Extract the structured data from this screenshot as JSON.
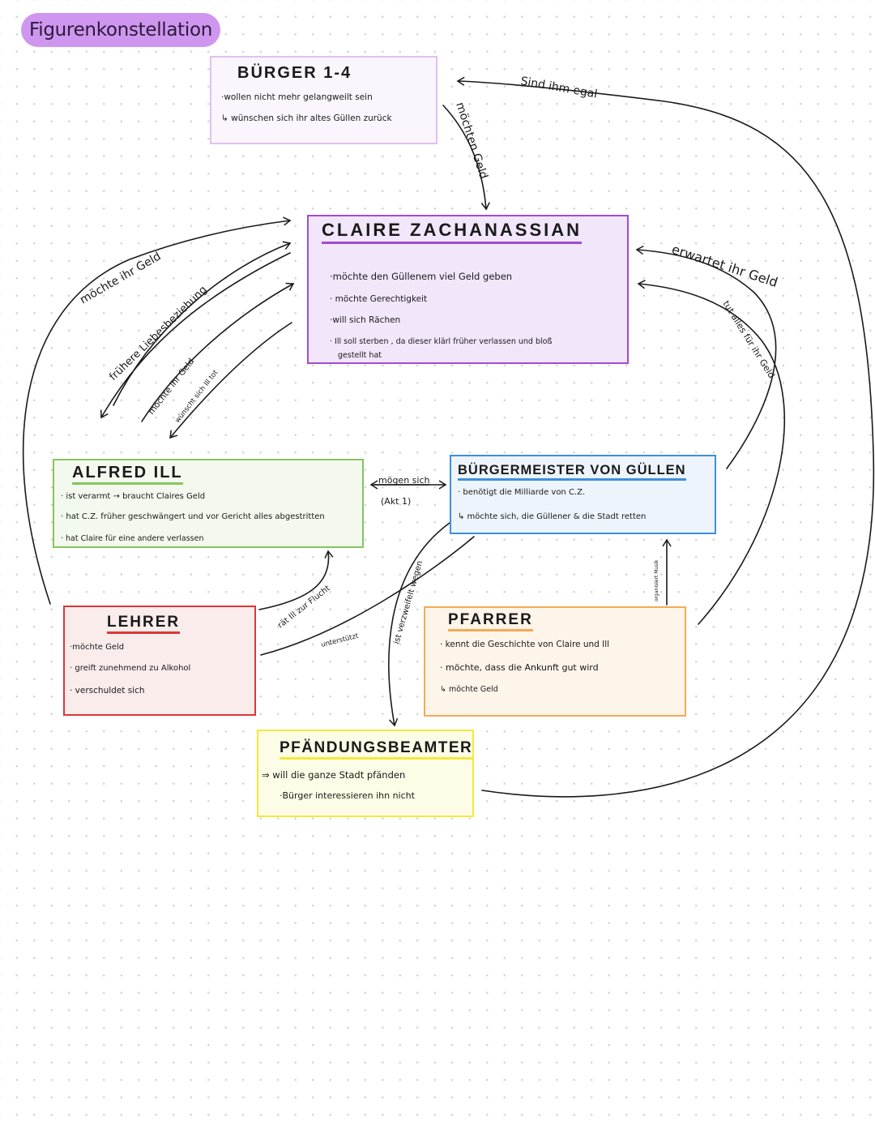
{
  "title": "Figurenkonstellation",
  "boxes": {
    "buerger": {
      "name": "BÜRGER 1-4",
      "lines": [
        "·wollen nicht mehr gelangweilt sein",
        "↳ wünschen sich ihr altes Güllen zurück"
      ],
      "border_color": "#e2bff0",
      "fill_color": "#fbf6fd"
    },
    "claire": {
      "name": "CLAIRE ZACHANASSIAN",
      "lines": [
        "·möchte den Güllenem viel Geld geben",
        "· möchte Gerechtigkeit",
        "·will sich Rächen",
        "· Ill soll sterben , da dieser klärl früher verlassen und bloß",
        "gestellt hat"
      ],
      "border_color": "#a14bd2",
      "fill_color": "#f1e6fa"
    },
    "alfred": {
      "name": "ALFRED ILL",
      "lines": [
        "· ist verarmt → braucht Claires Geld",
        "· hat C.Z. früher geschwängert und vor Gericht alles abgestritten",
        "· hat Claire für eine andere verlassen"
      ],
      "border_color": "#86c55f",
      "fill_color": "#f3f9ee"
    },
    "buergermeister": {
      "name": "BÜRGERMEISTER VON GÜLLEN",
      "lines": [
        "· benötigt die Milliarde von C.Z.",
        "↳ möchte sich, die Güllener & die Stadt retten"
      ],
      "border_color": "#3d8fe0",
      "fill_color": "#edf4fc"
    },
    "lehrer": {
      "name": "LEHRER",
      "lines": [
        "·möchte Geld",
        "· greift zunehmend zu Alkohol",
        "· verschuldet sich"
      ],
      "border_color": "#d93838",
      "fill_color": "#fbecec"
    },
    "pfarrer": {
      "name": "PFARRER",
      "lines": [
        "· kennt die Geschichte von Claire und Ill",
        "· möchte, dass die Ankunft gut wird",
        "↳ möchte Geld"
      ],
      "border_color": "#f3ab55",
      "fill_color": "#fdf4ea"
    },
    "pfaendung": {
      "name": "PFÄNDUNGSBEAMTER",
      "lines": [
        "⇒ will die ganze Stadt pfänden",
        "·Bürger interessieren ihn nicht"
      ],
      "border_color": "#f1ea3c",
      "fill_color": "#fdfce6"
    }
  },
  "relations": {
    "sind_ihm_egal": "Sind ihm egal",
    "moechten_geld": "möchten Geld",
    "erwartet_ihr_geld": "erwartet ihr Geld",
    "tut_alles": "tut alles für ihr Geld",
    "moechte_ihr_geld_lehrer": "möchte ihr Geld",
    "fruehere_liebe": "frühere Liebesbeziehung",
    "moechte_ihr_geld_ill": "möchte ihr Geld",
    "wuenscht_ill_tot": "wünscht sich Ill tot",
    "moegen_sich": "mögen sich",
    "akt": "(Akt 1)",
    "raet_flucht": "rät Ill zur Flucht",
    "unterstuetzt": "unterstützt",
    "ist_verzweifelt": "ist verzweifelt wegen",
    "organisiert_musik": "organisiert Musik"
  }
}
